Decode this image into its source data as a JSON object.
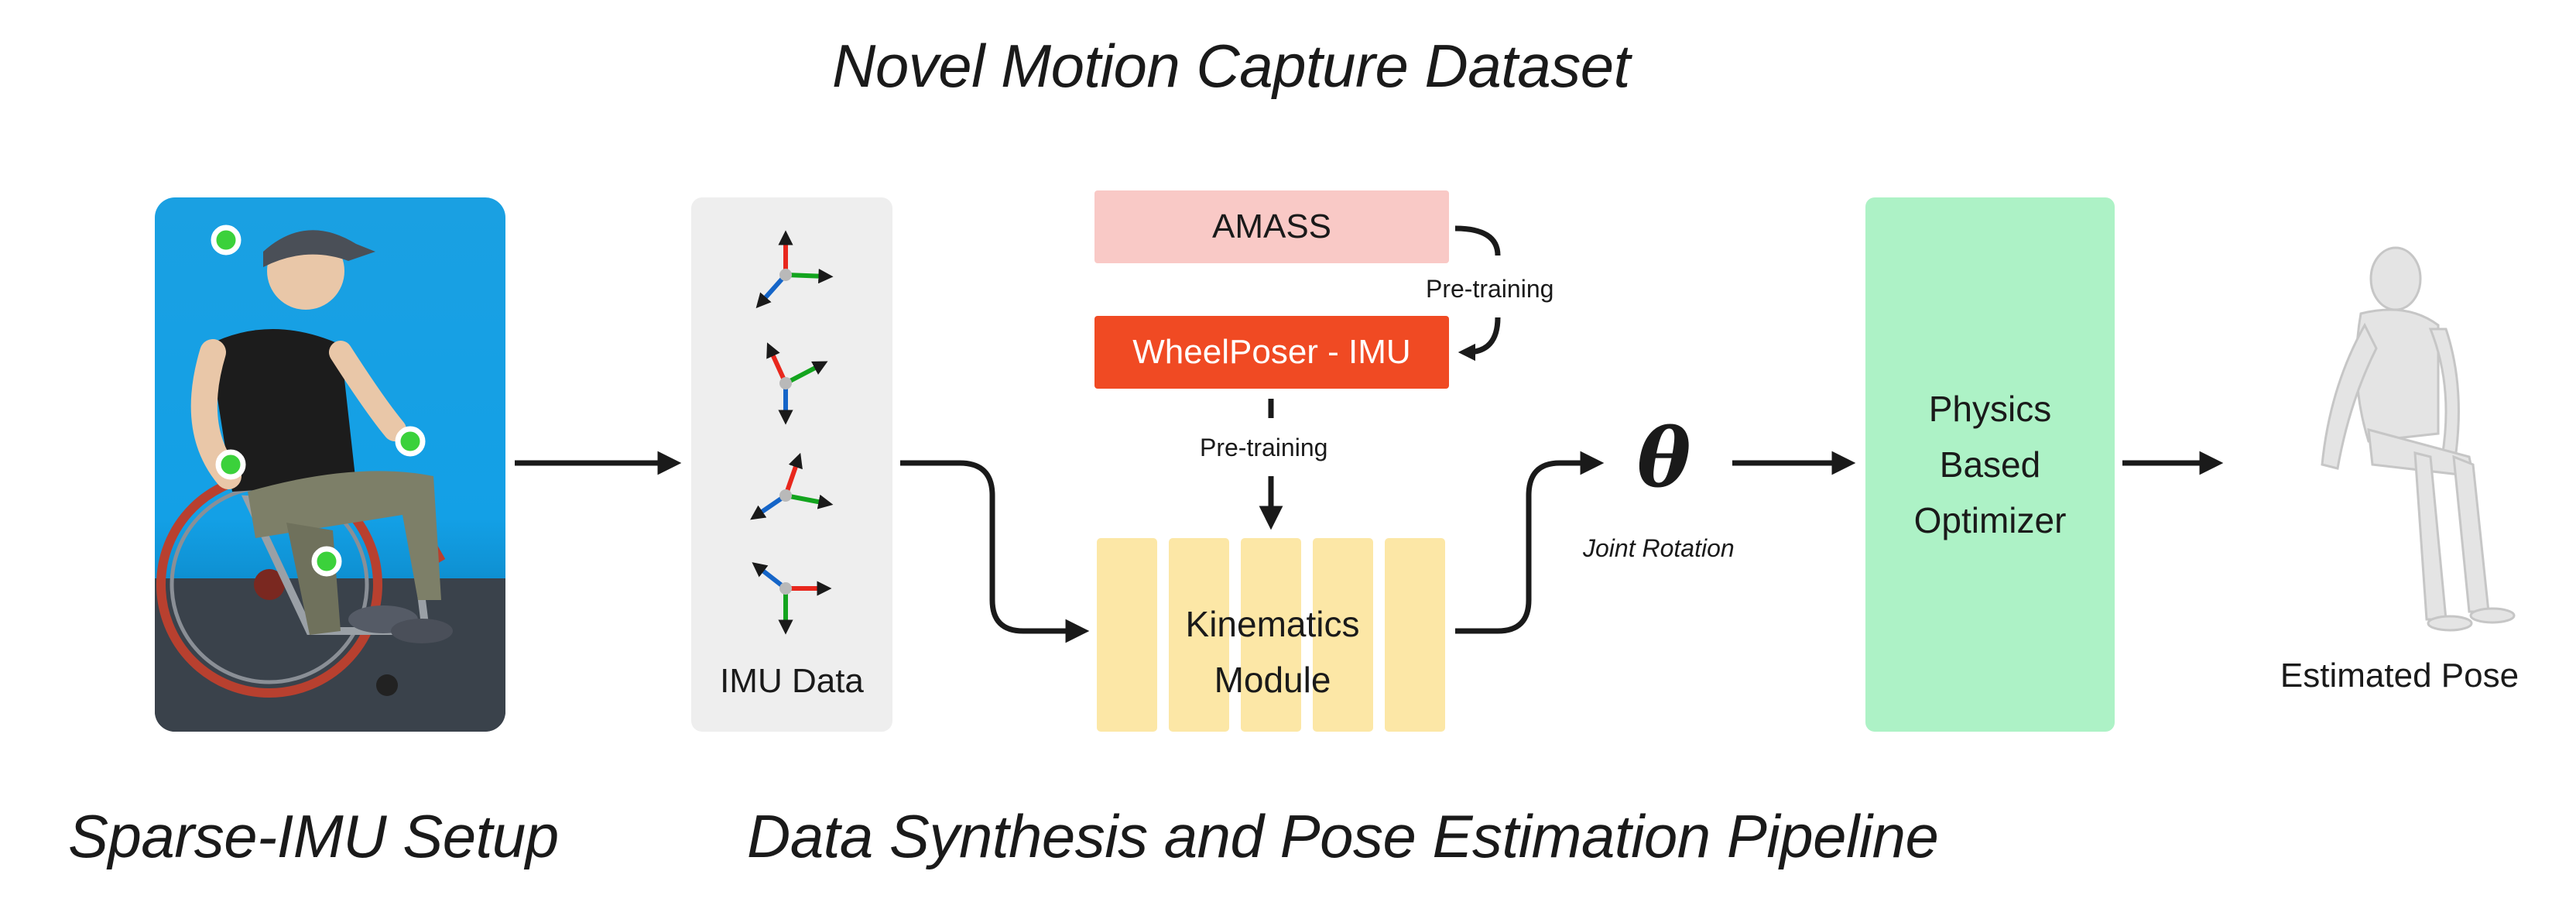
{
  "titles": {
    "top": "Novel Motion Capture Dataset",
    "bottom_left": "Sparse-IMU Setup",
    "bottom_right": "Data Synthesis and Pose Estimation Pipeline"
  },
  "imu_panel": {
    "label": "IMU Data"
  },
  "amass": {
    "label": "AMASS"
  },
  "wheelposer": {
    "label": "WheelPoser - IMU"
  },
  "pretraining": {
    "label_1": "Pre-training",
    "label_2": "Pre-training"
  },
  "kinematics": {
    "line1": "Kinematics",
    "line2": "Module"
  },
  "theta": {
    "symbol": "θ",
    "caption": "Joint Rotation"
  },
  "physics": {
    "line1": "Physics",
    "line2": "Based",
    "line3": "Optimizer"
  },
  "estimated_pose": {
    "label": "Estimated Pose"
  },
  "colors": {
    "amass_fill": "#f9c9c6",
    "wheelposer_fill": "#f04a23",
    "kinematics_fill": "#fce7a6",
    "physics_fill": "#adf2c6",
    "imu_panel_fill": "#eeeeee",
    "sensor_dot": "#3bd13b",
    "axis_x": "#e8271d",
    "axis_y": "#13a41e",
    "axis_z": "#1565c8"
  }
}
